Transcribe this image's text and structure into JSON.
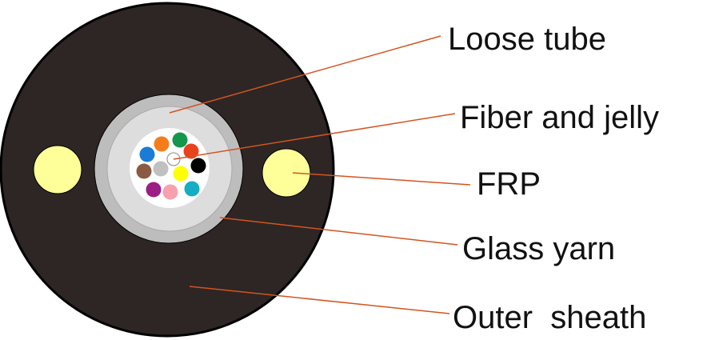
{
  "labels": {
    "loose_tube": "Loose tube",
    "fiber_and_jelly": "Fiber and jelly",
    "frp": "FRP",
    "glass_yarn": "Glass yarn",
    "outer_sheath": "Outer  sheath"
  },
  "colors": {
    "sheath": "#2d2624",
    "sheath_edge": "#000000",
    "glass_yarn": "#bdbdbd",
    "loose_tube": "#dddddd",
    "fiber_core": "#ffffff",
    "frp": "#ffff99",
    "leader_line": "#d4541f",
    "fibers": [
      "#1b7bd6",
      "#f57c1a",
      "#14964b",
      "#e8431c",
      "#8a5a44",
      "#c0c0c0",
      "#ffff00",
      "#000000",
      "#9c1e84",
      "#f7a1ad",
      "#14adc4"
    ]
  },
  "fiber_count": 11
}
